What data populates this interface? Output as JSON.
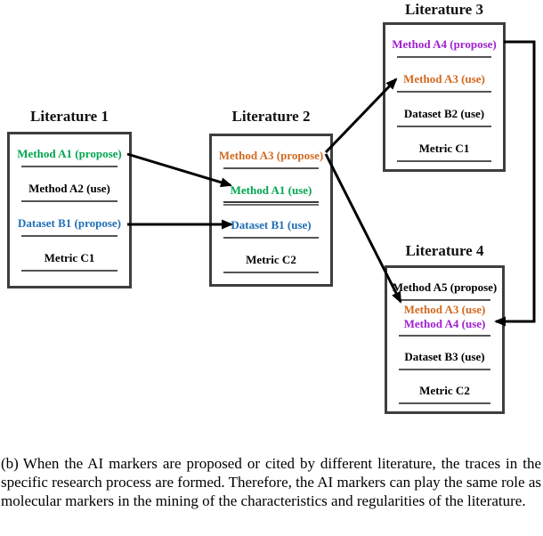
{
  "colors": {
    "green": "#00A651",
    "orange": "#D2691E",
    "blue": "#1F6EB5",
    "purple": "#A020D0",
    "box_border": "#3E3E3E",
    "underline": "#555555",
    "arrow": "#000000"
  },
  "diagram": {
    "boxes": [
      {
        "title": "Literature 1",
        "items": [
          {
            "label": "Method A1 (propose)"
          },
          {
            "label": "Method A2 (use)"
          },
          {
            "label": "Dataset B1 (propose)"
          },
          {
            "label": "Metric C1"
          }
        ]
      },
      {
        "title": "Literature 2",
        "items": [
          {
            "label": "Method A3 (propose)"
          },
          {
            "label": "Method A1 (use)"
          },
          {
            "label": "Dataset B1 (use)"
          },
          {
            "label": "Metric C2"
          }
        ]
      },
      {
        "title": "Literature 3",
        "items": [
          {
            "label": "Method A4 (propose)"
          },
          {
            "label": "Method A3 (use)"
          },
          {
            "label": "Dataset B2 (use)"
          },
          {
            "label": "Metric C1"
          }
        ]
      },
      {
        "title": "Literature 4",
        "items": [
          {
            "label": "Method A5 (propose)"
          },
          {
            "label": "Method A3 (use)"
          },
          {
            "label": "Method A4 (use)"
          },
          {
            "label": "Dataset B3 (use)"
          },
          {
            "label": "Metric C2"
          }
        ]
      }
    ],
    "arrows": [
      {
        "from": "Literature 1 / Method A1 (propose)",
        "to": "Literature 2 / Method A1 (use)"
      },
      {
        "from": "Literature 1 / Dataset B1 (propose)",
        "to": "Literature 2 / Dataset B1 (use)"
      },
      {
        "from": "Literature 2 / Method A3 (propose)",
        "to": "Literature 3 / Method A3 (use)"
      },
      {
        "from": "Literature 2 / Method A3 (propose)",
        "to": "Literature 4 / Method A3 (use)"
      },
      {
        "from": "Literature 3 / Method A4 (propose)",
        "to": "Literature 4 / Method A4 (use)"
      }
    ]
  },
  "caption": {
    "label": "(b)",
    "text": "When the AI markers are proposed or cited by different literature, the traces in the specific research process are formed. Therefore, the AI markers can play the same role as molecular markers in the mining of the characteristics and regularities of the literature."
  }
}
